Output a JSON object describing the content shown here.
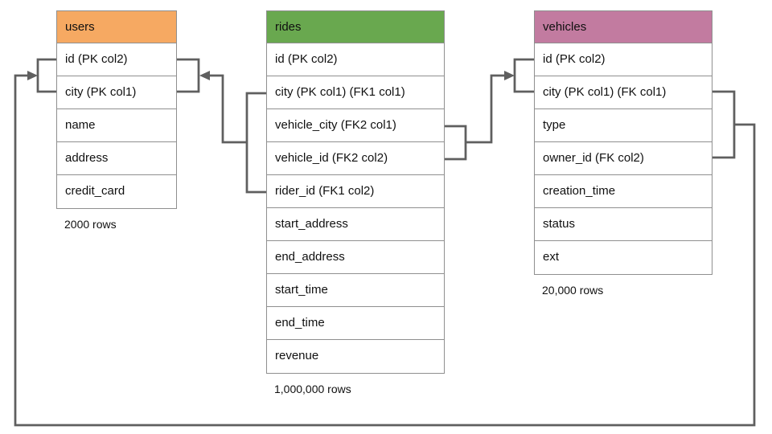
{
  "diagram": {
    "colors": {
      "users_header": "#F6A962",
      "rides_header": "#69A84F",
      "vehicles_header": "#C27BA0",
      "connector": "#5f5f5f",
      "table_border": "#8f8f8f",
      "text": "#101010"
    },
    "tables": [
      {
        "id": "users",
        "title": "users",
        "header_color_key": "users_header",
        "columns": [
          "id (PK col2)",
          "city (PK col1)",
          "name",
          "address",
          "credit_card"
        ],
        "row_count_label": "2000 rows"
      },
      {
        "id": "rides",
        "title": "rides",
        "header_color_key": "rides_header",
        "columns": [
          "id (PK col2)",
          "city (PK col1) (FK1 col1)",
          "vehicle_city (FK2 col1)",
          "vehicle_id (FK2 col2)",
          "rider_id (FK1 col2)",
          "start_address",
          "end_address",
          "start_time",
          "end_time",
          "revenue"
        ],
        "row_count_label": "1,000,000 rows"
      },
      {
        "id": "vehicles",
        "title": "vehicles",
        "header_color_key": "vehicles_header",
        "columns": [
          "id (PK col2)",
          "city (PK col1) (FK col1)",
          "type",
          "owner_id (FK col2)",
          "creation_time",
          "status",
          "ext"
        ],
        "row_count_label": "20,000 rows"
      }
    ]
  }
}
